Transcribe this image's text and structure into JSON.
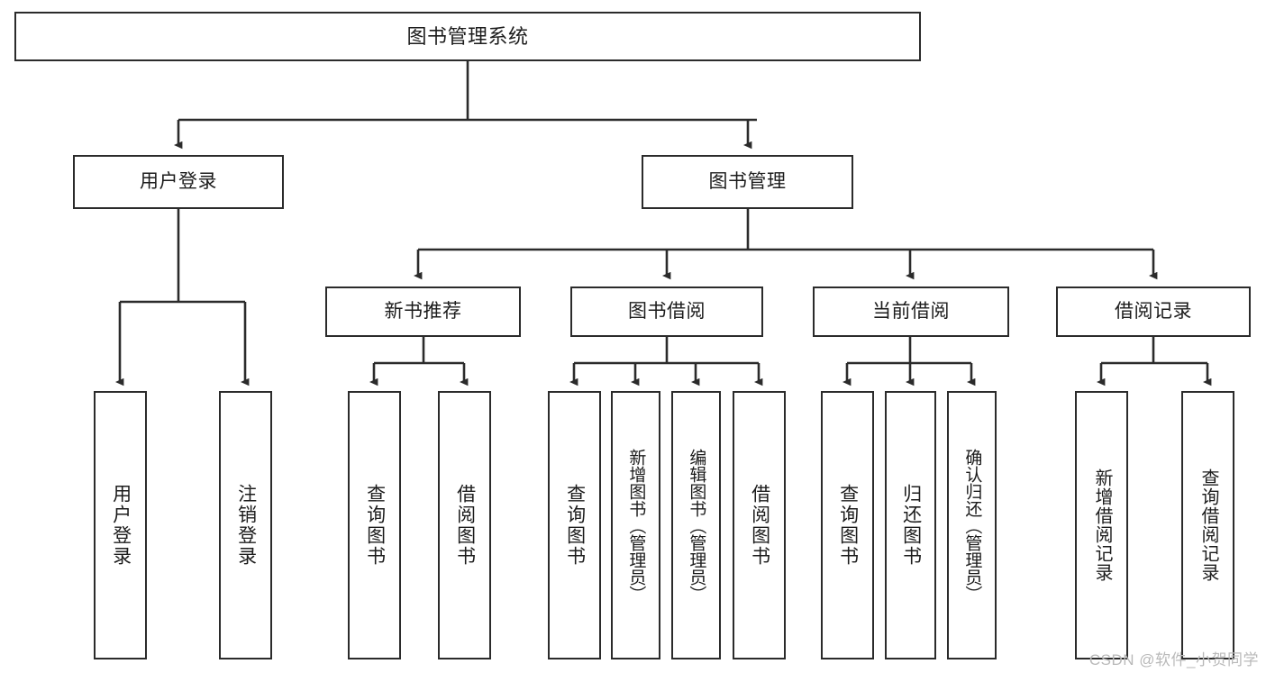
{
  "diagram": {
    "title": "图书管理系统",
    "type": "tree",
    "watermark": "CSDN @软件_小贺同学",
    "colors": {
      "box_border": "#2b2b2b",
      "box_fill": "#ffffff",
      "edge": "#2b2b2b",
      "text": "#1c1c1c",
      "watermark": "#b9b9b9"
    },
    "levels": {
      "root": "图书管理系统",
      "level2": [
        "用户登录",
        "图书管理"
      ],
      "level3": [
        "新书推荐",
        "图书借阅",
        "当前借阅",
        "借阅记录"
      ]
    },
    "nodes": {
      "root": {
        "label": "图书管理系统",
        "orientation": "horizontal"
      },
      "user_login": {
        "label": "用户登录",
        "orientation": "horizontal"
      },
      "book_manage": {
        "label": "图书管理",
        "orientation": "horizontal"
      },
      "new_book_rec": {
        "label": "新书推荐",
        "orientation": "horizontal"
      },
      "book_borrow": {
        "label": "图书借阅",
        "orientation": "horizontal"
      },
      "current_borrow": {
        "label": "当前借阅",
        "orientation": "horizontal"
      },
      "borrow_record": {
        "label": "借阅记录",
        "orientation": "horizontal"
      },
      "leaf_user_login": {
        "label": "用户登录",
        "orientation": "vertical"
      },
      "leaf_logout": {
        "label": "注销登录",
        "orientation": "vertical"
      },
      "leaf_query_book_1": {
        "label": "查询图书",
        "orientation": "vertical"
      },
      "leaf_borrow_book_1": {
        "label": "借阅图书",
        "orientation": "vertical"
      },
      "leaf_query_book_2": {
        "label": "查询图书",
        "orientation": "vertical"
      },
      "leaf_add_book": {
        "label": "新增图书（管理员）",
        "orientation": "vertical"
      },
      "leaf_edit_book": {
        "label": "编辑图书（管理员）",
        "orientation": "vertical"
      },
      "leaf_borrow_book_2": {
        "label": "借阅图书",
        "orientation": "vertical"
      },
      "leaf_query_book_3": {
        "label": "查询图书",
        "orientation": "vertical"
      },
      "leaf_return_book": {
        "label": "归还图书",
        "orientation": "vertical"
      },
      "leaf_confirm_return": {
        "label": "确认归还（管理员）",
        "orientation": "vertical"
      },
      "leaf_add_record": {
        "label": "新增借阅记录",
        "orientation": "vertical"
      },
      "leaf_query_record": {
        "label": "查询借阅记录",
        "orientation": "vertical"
      }
    },
    "edges": [
      {
        "from": "root",
        "to": "user_login"
      },
      {
        "from": "root",
        "to": "book_manage"
      },
      {
        "from": "user_login",
        "to": "leaf_user_login"
      },
      {
        "from": "user_login",
        "to": "leaf_logout"
      },
      {
        "from": "book_manage",
        "to": "new_book_rec"
      },
      {
        "from": "book_manage",
        "to": "book_borrow"
      },
      {
        "from": "book_manage",
        "to": "current_borrow"
      },
      {
        "from": "book_manage",
        "to": "borrow_record"
      },
      {
        "from": "new_book_rec",
        "to": "leaf_query_book_1"
      },
      {
        "from": "new_book_rec",
        "to": "leaf_borrow_book_1"
      },
      {
        "from": "book_borrow",
        "to": "leaf_query_book_2"
      },
      {
        "from": "book_borrow",
        "to": "leaf_add_book"
      },
      {
        "from": "book_borrow",
        "to": "leaf_edit_book"
      },
      {
        "from": "book_borrow",
        "to": "leaf_borrow_book_2"
      },
      {
        "from": "current_borrow",
        "to": "leaf_query_book_3"
      },
      {
        "from": "current_borrow",
        "to": "leaf_return_book"
      },
      {
        "from": "current_borrow",
        "to": "leaf_confirm_return"
      },
      {
        "from": "borrow_record",
        "to": "leaf_add_record"
      },
      {
        "from": "borrow_record",
        "to": "leaf_query_record"
      }
    ]
  }
}
